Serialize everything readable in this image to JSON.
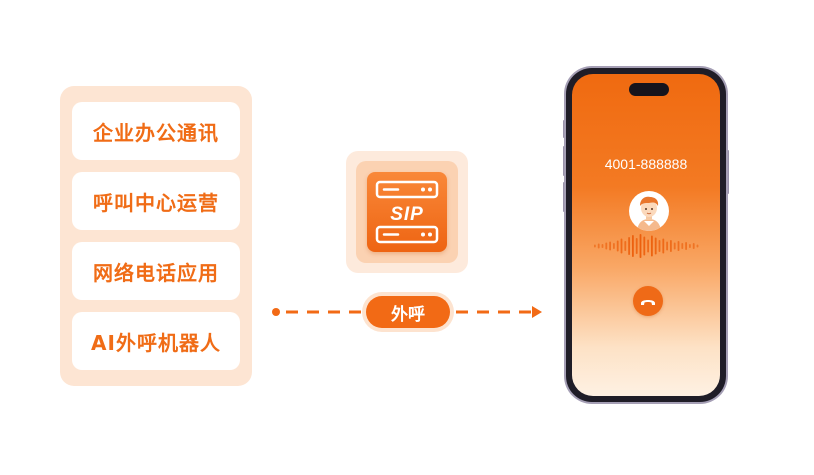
{
  "scenarios": [
    {
      "label": "企业办公通讯"
    },
    {
      "label": "呼叫中心运营"
    },
    {
      "label": "网络电话应用"
    },
    {
      "label": "AI外呼机器人"
    }
  ],
  "server": {
    "label": "SIP"
  },
  "connector": {
    "label": "外呼"
  },
  "phone": {
    "number": "4001-888888"
  },
  "colors": {
    "accent": "#f26a15",
    "panel": "#fde5d3",
    "text": "#f06c16"
  },
  "icons": {
    "server": "server-icon",
    "avatar": "avatar-icon",
    "waveform": "waveform-icon",
    "hangup": "hang-up-icon"
  }
}
